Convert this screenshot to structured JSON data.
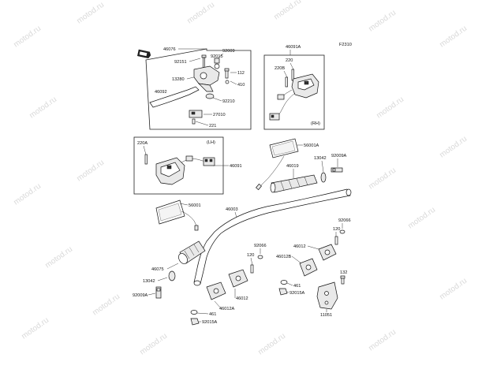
{
  "diagram": {
    "code": "F2310",
    "side_lh": "(LH)",
    "side_rh": "(RH)",
    "watermark": "motod.ru",
    "parts": {
      "p46076": "46076",
      "p92151": "92151",
      "p92009": "92009",
      "p92015": "92015",
      "p13280": "13280",
      "p112": "112",
      "p410": "410",
      "p46092": "46092",
      "p92210": "92210",
      "p27010": "27010",
      "p221": "221",
      "p46091A": "46091A",
      "p220": "220",
      "p220B": "220B",
      "p220A": "220A",
      "p46091": "46091",
      "p56001A": "56001A",
      "p92009A_top": "92009A",
      "p13042_top": "13042",
      "p46019": "46019",
      "p56001": "56001",
      "p46003": "46003",
      "p92066_r": "92066",
      "p120_r": "120",
      "p46012_r": "46012",
      "p46012B": "46012B",
      "p461_r": "461",
      "p92015A_r": "92015A",
      "p132": "132",
      "p11051": "11051",
      "p92066_m": "92066",
      "p120_m": "120",
      "p46075": "46075",
      "p13042_bot": "13042",
      "p92009A_bot": "92009A",
      "p46012_m": "46012",
      "p46012A": "46012A",
      "p461_b": "461",
      "p92015A_b": "92015A"
    }
  }
}
